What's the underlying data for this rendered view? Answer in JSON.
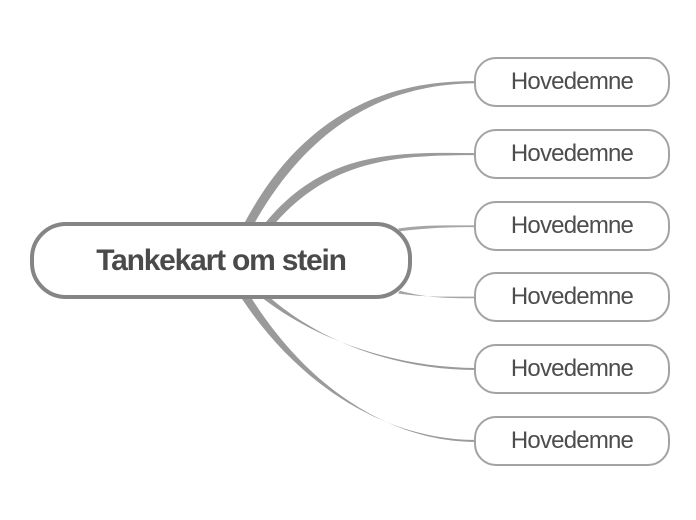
{
  "mindmap": {
    "root": {
      "label": "Tankekart om stein"
    },
    "branches": [
      {
        "label": "Hovedemne"
      },
      {
        "label": "Hovedemne"
      },
      {
        "label": "Hovedemne"
      },
      {
        "label": "Hovedemne"
      },
      {
        "label": "Hovedemne"
      },
      {
        "label": "Hovedemne"
      }
    ],
    "colors": {
      "background": "#ffffff",
      "root_border": "#858585",
      "branch_border": "#a3a3a3",
      "connector": "#9a9a9a",
      "text": "#4a4a4a"
    }
  }
}
